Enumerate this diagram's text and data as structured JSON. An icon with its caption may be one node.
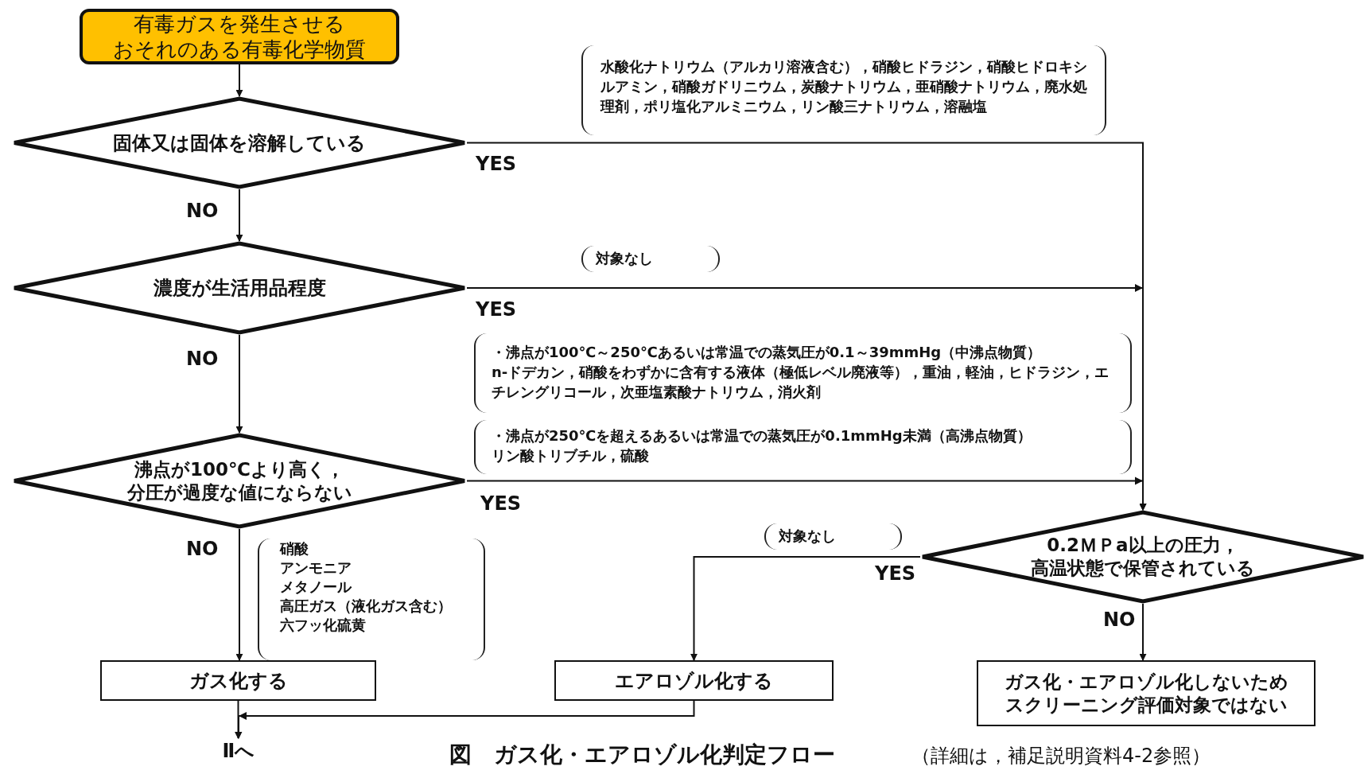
{
  "diagram": {
    "caption": "図　ガス化・エアロゾル化判定フロー",
    "nodes": [
      {
        "text": [
          "有毒ガスを発生させるおそれのある有毒化学物質"
        ]
      },
      {
        "text": [
          "固体又は固体を溶解している"
        ]
      },
      {
        "text": [
          "濃度が生活用品程度"
        ]
      },
      {
        "text": [
          "沸点が100℃より高く，分圧が過度な値にならない"
        ]
      },
      {
        "text": [
          "0.2ＭＰa以上の圧力，高温状態で保管されている"
        ]
      },
      {
        "text": [
          "ガス化する"
        ]
      },
      {
        "text": [
          "エアロゾル化する"
        ]
      },
      {
        "text": [
          "ガス化・エアロゾル化しないためスクリーニング評価対象ではない"
        ]
      },
      {
        "text": [
          "Ⅱへ"
        ]
      }
    ],
    "edges": [
      {
        "from": 0,
        "to": 1,
        "arrow": "to"
      },
      {
        "from": 1,
        "to": 2,
        "arrow": "to",
        "label": "NO"
      },
      {
        "from": 2,
        "to": 3,
        "arrow": "to",
        "label": "NO"
      },
      {
        "from": 3,
        "to": 5,
        "arrow": "to",
        "label": "NO"
      },
      {
        "from": 1,
        "to": 4,
        "arrow": "to",
        "label": "YES"
      },
      {
        "from": 2,
        "to": 4,
        "arrow": "to",
        "label": "YES"
      },
      {
        "from": 3,
        "to": 4,
        "arrow": "to",
        "label": "YES"
      },
      {
        "from": 4,
        "to": 6,
        "arrow": "to",
        "label": "YES"
      },
      {
        "from": 4,
        "to": 7,
        "arrow": "to",
        "label": "NO"
      },
      {
        "from": 6,
        "to": 8,
        "arrow": "to"
      },
      {
        "from": 5,
        "to": 8,
        "arrow": "to"
      }
    ],
    "labels": [
      "水酸化ナトリウム（アルカリ溶液含む），硝酸ヒドラジン，硝酸ヒドロキシルアミン，硝酸ガドリニウム，炭酸ナトリウム，亜硝酸ナトリウム，廃水処理剤，ポリ塩化アルミニウム，リン酸三ナトリウム，溶融塩",
      "対象なし",
      "・沸点が100℃～250℃あるいは常温での蒸気圧が0.1～39mmHg（中沸点物質）",
      "n-ドデカン，硝酸をわずかに含有する液体（極低レベル廃液等），重油，軽油，ヒドラジン，エチレングリコール，次亜塩素酸ナトリウム，消火剤",
      "・沸点が250℃を超えるあるいは常温での蒸気圧が0.1mmHg未満（高沸点物質）",
      "リン酸トリブチル，硫酸",
      "対象なし",
      "硝酸",
      "アンモニア",
      "メタノール",
      "高圧ガス（液化ガス含む）",
      "六フッ化硫黄",
      "（詳細は，補足説明資料4-2参照）"
    ]
  }
}
